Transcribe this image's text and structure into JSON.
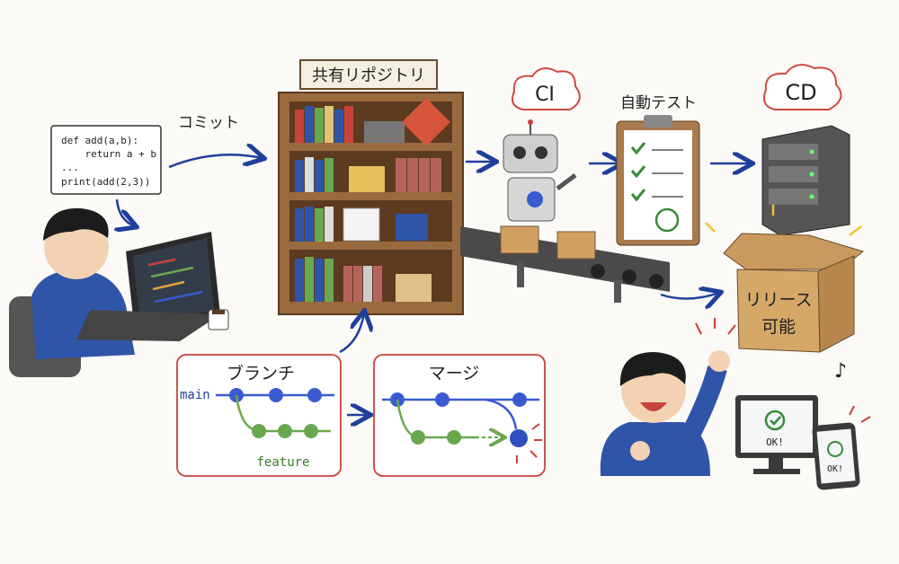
{
  "code_snippet": {
    "lines": [
      "def add(a,b):",
      "    return a + b",
      "...",
      "print(add(2,3))"
    ]
  },
  "labels": {
    "commit": "コミット",
    "shared_repository": "共有リポジトリ",
    "ci": "CI",
    "automated_test": "自動テスト",
    "cd": "CD",
    "release_ready_line1": "リリース",
    "release_ready_line2": "可能",
    "branch": "ブランチ",
    "main": "main",
    "feature": "feature",
    "merge": "マージ",
    "monitor_ok": "OK!",
    "phone_ok": "OK!"
  },
  "colors": {
    "arrow": "#1f3f9c",
    "main_branch": "#3a5bd0",
    "feature_branch": "#6aa84f",
    "frame_red": "#c8433a",
    "cloud_red": "#d0493f",
    "shelf_wood": "#9a6a3f",
    "hoodie": "#2f55a8"
  }
}
